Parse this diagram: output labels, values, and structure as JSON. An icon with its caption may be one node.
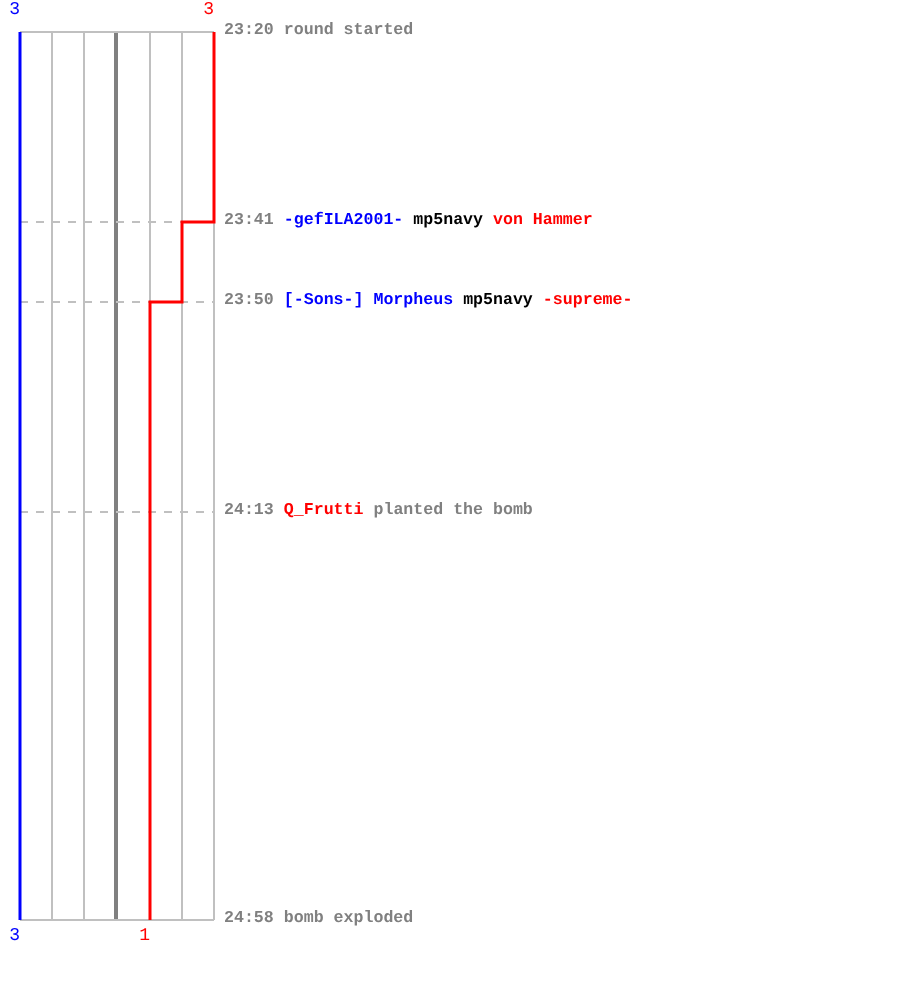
{
  "diagram": {
    "labels": [
      "3",
      "3",
      "23:20",
      "round started",
      "23:41",
      "-gefILA2001-",
      "mp5navy",
      "von Hammer",
      "23:50",
      "[-Sons-] Morpheus",
      "mp5navy",
      "-supreme-",
      "24:13",
      "Q_Frutti",
      "planted the bomb",
      "3",
      "1",
      "24:58",
      "bomb exploded"
    ]
  }
}
